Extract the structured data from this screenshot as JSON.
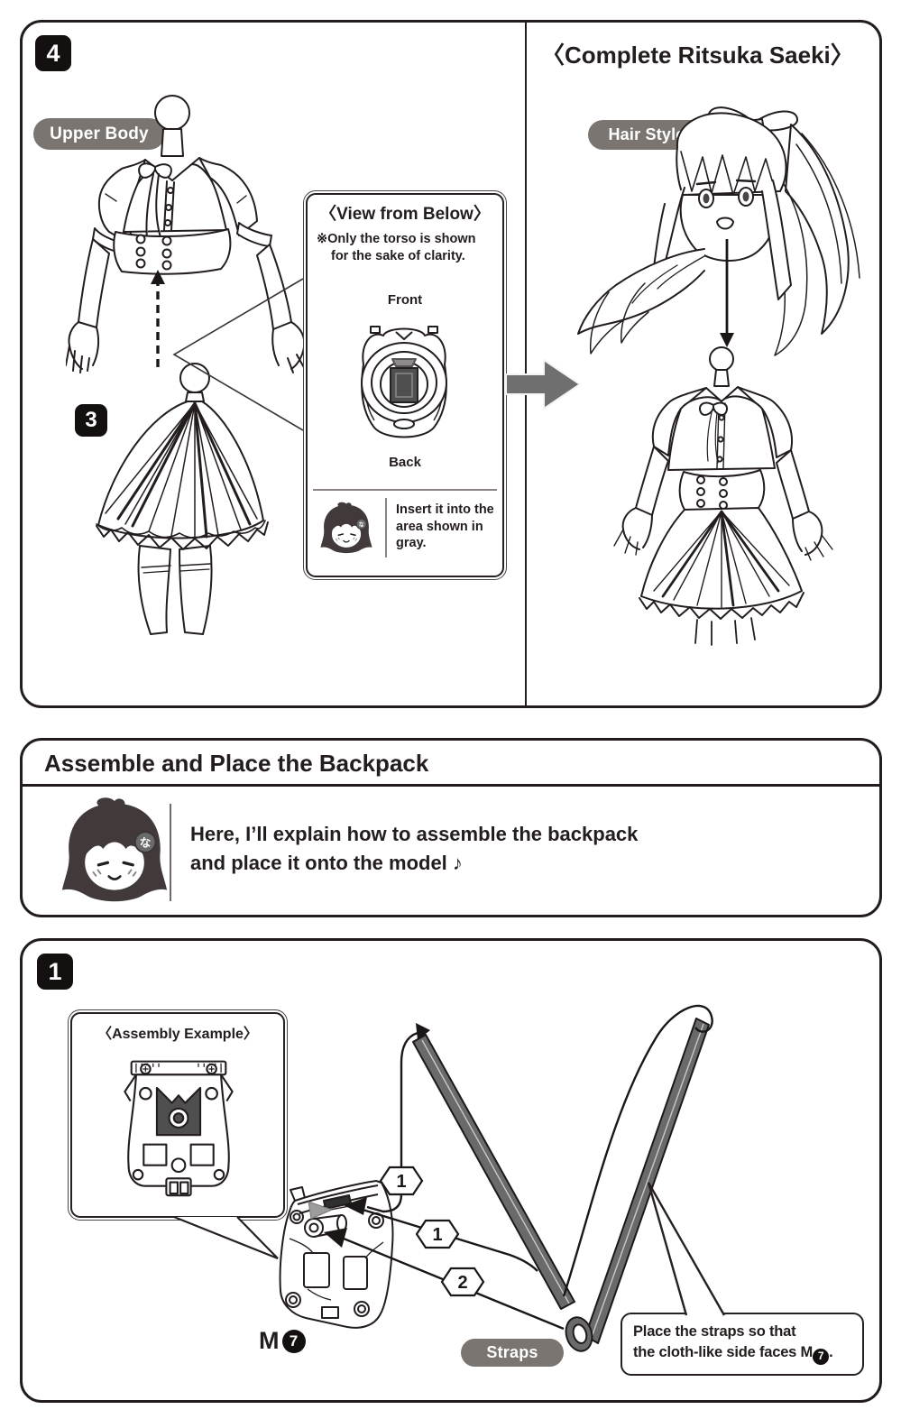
{
  "colors": {
    "ink": "#241d1d",
    "pill_bg": "#7b7572",
    "strap_gray": "#6a6a6a",
    "socket_gray": "#4f4f4f",
    "arrow_gray": "#6f6f6f"
  },
  "step4": {
    "badge": "4",
    "upper_body_label": "Upper Body",
    "skirt_step_badge": "3",
    "complete_title": "〈Complete Ritsuka Saeki〉",
    "hair_style_label": "Hair Style",
    "view_from_below": {
      "title": "〈View from Below〉",
      "note_line1": "※Only the torso is shown",
      "note_line2": "for the sake of clarity.",
      "front_label": "Front",
      "back_label": "Back",
      "tip": "Insert it into the area shown in gray."
    }
  },
  "backpack_section": {
    "title": "Assemble and Place the Backpack",
    "intro_line1": "Here, I’ll explain how to assemble the backpack",
    "intro_line2": "and place it onto the model ♪"
  },
  "step1": {
    "badge": "1",
    "assembly_example_title": "〈Assembly Example〉",
    "part_label": {
      "prefix": "M",
      "number": "7"
    },
    "straps_label": "Straps",
    "callouts": {
      "first": "1",
      "second": "1",
      "third": "2"
    },
    "note": {
      "line1": "Place the straps so that",
      "line2_prefix": "the cloth-like side faces M",
      "badge_number": "7",
      "suffix": "."
    }
  },
  "chibi": {
    "accessory_char": "な"
  }
}
